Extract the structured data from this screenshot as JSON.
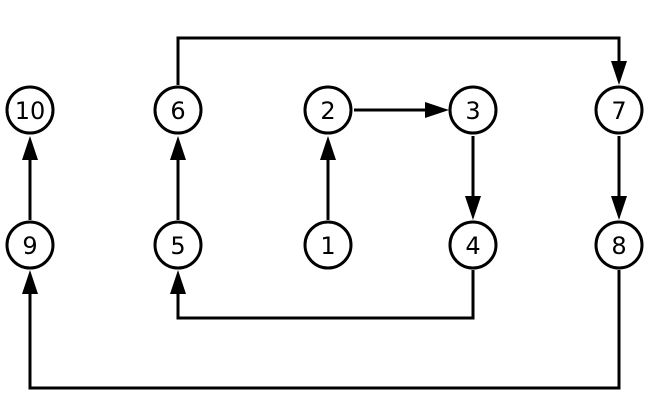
{
  "nodes": [
    {
      "id": "n1",
      "label": "1"
    },
    {
      "id": "n2",
      "label": "2"
    },
    {
      "id": "n3",
      "label": "3"
    },
    {
      "id": "n4",
      "label": "4"
    },
    {
      "id": "n5",
      "label": "5"
    },
    {
      "id": "n6",
      "label": "6"
    },
    {
      "id": "n7",
      "label": "7"
    },
    {
      "id": "n8",
      "label": "8"
    },
    {
      "id": "n9",
      "label": "9"
    },
    {
      "id": "n10",
      "label": "10"
    }
  ],
  "edges": [
    {
      "from": "1",
      "to": "2"
    },
    {
      "from": "2",
      "to": "3"
    },
    {
      "from": "3",
      "to": "4"
    },
    {
      "from": "4",
      "to": "5"
    },
    {
      "from": "5",
      "to": "6"
    },
    {
      "from": "6",
      "to": "7"
    },
    {
      "from": "7",
      "to": "8"
    },
    {
      "from": "8",
      "to": "9"
    },
    {
      "from": "9",
      "to": "10"
    }
  ],
  "colors": {
    "stroke": "#000000",
    "background": "#ffffff"
  }
}
